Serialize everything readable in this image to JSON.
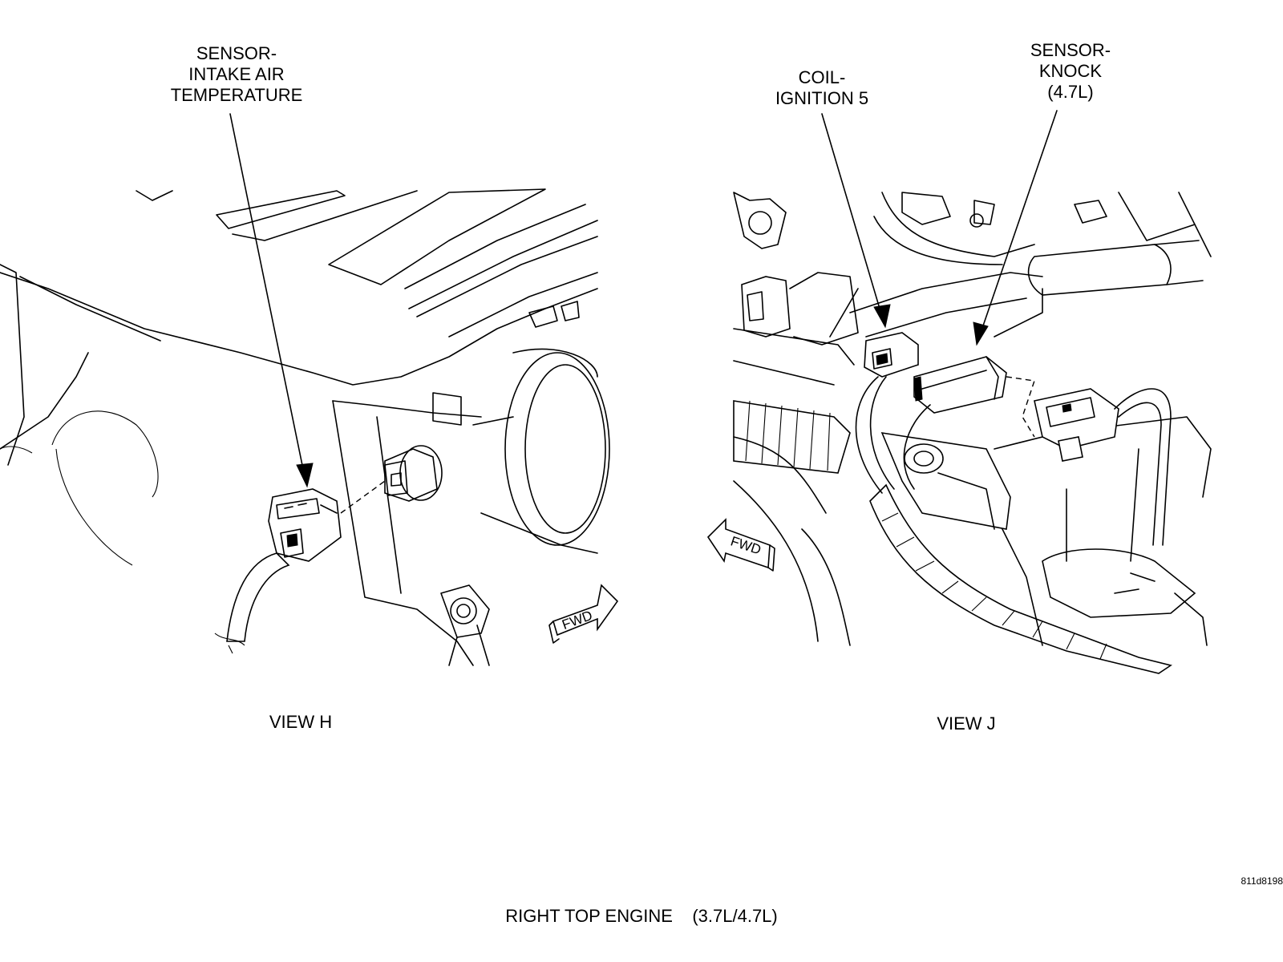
{
  "callouts": {
    "iat_sensor": [
      "SENSOR-",
      "INTAKE AIR",
      "TEMPERATURE"
    ],
    "coil_ignition": [
      "COIL-",
      "IGNITION 5"
    ],
    "knock_sensor": [
      "SENSOR-",
      "KNOCK",
      "(4.7L)"
    ]
  },
  "views": {
    "h": "VIEW H",
    "j": "VIEW J"
  },
  "fwd_tag": "FWD",
  "figure_code": "811d8198",
  "figure_title": "RIGHT TOP ENGINE    (3.7L/4.7L)"
}
